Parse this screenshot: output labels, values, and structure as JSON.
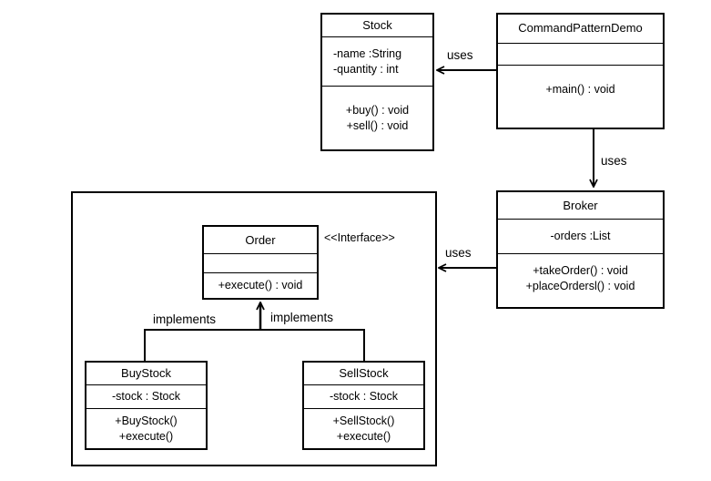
{
  "classes": {
    "stock": {
      "name": "Stock",
      "attributes": [
        "-name :String",
        "-quantity : int"
      ],
      "methods": [
        "+buy() : void",
        "+sell() : void"
      ]
    },
    "demo": {
      "name": "CommandPatternDemo",
      "attributes": [],
      "methods": [
        "+main() : void"
      ]
    },
    "broker": {
      "name": "Broker",
      "attributes": [
        "-orders :List"
      ],
      "methods": [
        "+takeOrder() : void",
        "+placeOrdersl() : void"
      ]
    },
    "order": {
      "name": "Order",
      "stereotype": "<<Interface>>",
      "attributes": [],
      "methods": [
        "+execute() : void"
      ]
    },
    "buystock": {
      "name": "BuyStock",
      "attributes": [
        "-stock : Stock"
      ],
      "methods": [
        "+BuyStock()",
        "+execute()"
      ]
    },
    "sellstock": {
      "name": "SellStock",
      "attributes": [
        "-stock : Stock"
      ],
      "methods": [
        "+SellStock()",
        "+execute()"
      ]
    }
  },
  "relations": {
    "demo_stock": "uses",
    "demo_broker": "uses",
    "broker_package": "uses",
    "buy_impl": "implements",
    "sell_impl": "implements"
  }
}
